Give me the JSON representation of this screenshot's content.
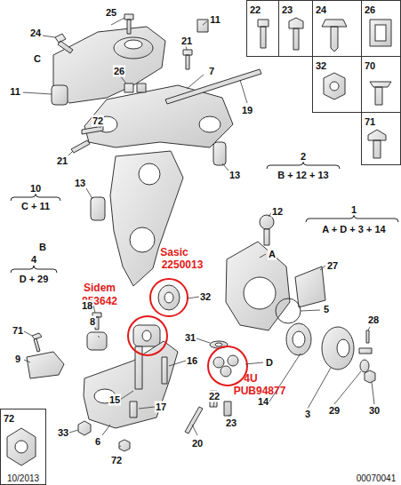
{
  "diagram": {
    "nodes": [
      {
        "text": [
          "22"
        ]
      },
      {
        "text": [
          "23"
        ]
      },
      {
        "text": [
          "24"
        ]
      },
      {
        "text": [
          "26"
        ]
      },
      {
        "text": [
          "32"
        ]
      },
      {
        "text": [
          "70"
        ]
      },
      {
        "text": [
          "71"
        ]
      },
      {
        "text": [
          "72"
        ]
      }
    ],
    "labels": [
      "25",
      "11",
      "24",
      "21",
      "C",
      "7",
      "11",
      "26",
      "19",
      "72",
      "21",
      "13",
      "2",
      "B + 12 + 13",
      "10",
      "C + 11",
      "13",
      "12",
      "1",
      "A + D + 3 + 14",
      "B",
      "A",
      "4",
      "D + 29",
      "Sasic",
      "2250013",
      "27",
      "Sidem",
      "853642",
      "18",
      "32",
      "5",
      "71",
      "8",
      "31",
      "28",
      "9",
      "16",
      "D",
      "4U",
      "PUB94877",
      "15",
      "14",
      "17",
      "22",
      "3",
      "29",
      "30",
      "23",
      "33",
      "6",
      "20",
      "72",
      "10/2013",
      "00070041"
    ]
  }
}
